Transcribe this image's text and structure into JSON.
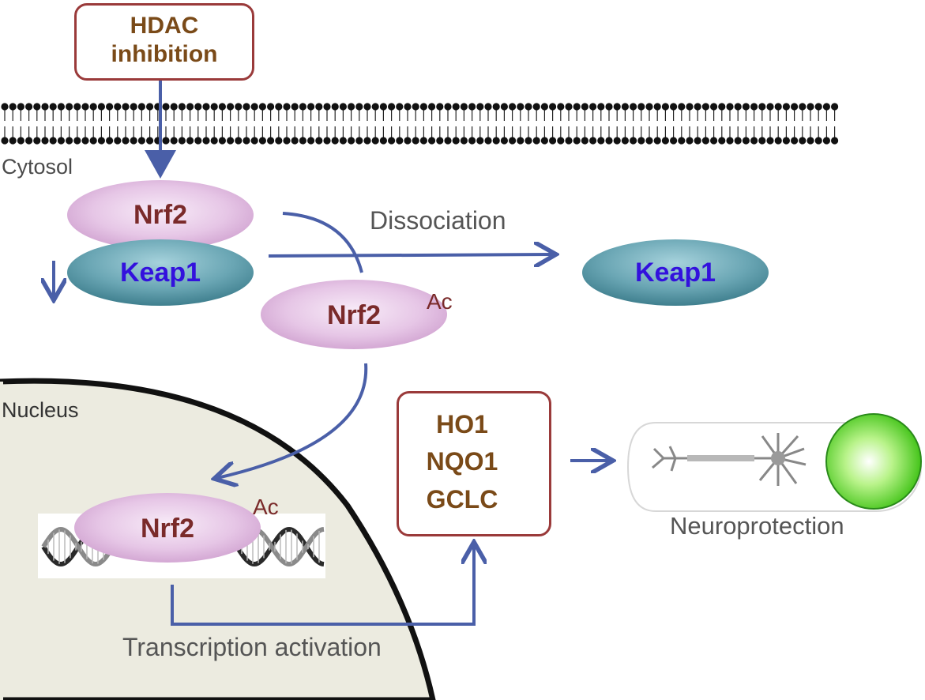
{
  "hdac_box": {
    "line1": "HDAC",
    "line2": "inhibition"
  },
  "compartments": {
    "cytosol": "Cytosol",
    "nucleus": "Nucleus"
  },
  "complex": {
    "nrf2": "Nrf2",
    "keap1": "Keap1"
  },
  "free_keap1": "Keap1",
  "acetylated_nrf2": {
    "label": "Nrf2",
    "mark": "Ac"
  },
  "nuclear_nrf2": {
    "label": "Nrf2",
    "mark": "Ac"
  },
  "dissociation_label": "Dissociation",
  "transcription_label": "Transcription activation",
  "genes_box": {
    "genes": [
      "HO1",
      "NQO1",
      "GCLC"
    ]
  },
  "outcome_label": "Neuroprotection",
  "colors": {
    "arrow": "#4a5fa8",
    "box_border": "#9a3a3a",
    "nrf2_fill": "#e2c2e2",
    "keap1_fill": "#5b9aa8",
    "nucleus_fill": "#ecebe0",
    "up_arrow": "#8b3a3a"
  }
}
